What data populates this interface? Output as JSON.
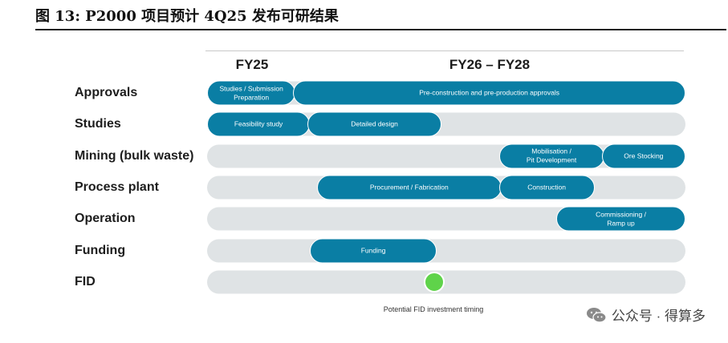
{
  "figure": {
    "title": "图 13: P2000 项目预计 4Q25 发布可研结果"
  },
  "chart_data": {
    "type": "timeline",
    "periods": [
      "FY25",
      "FY26 – FY28"
    ],
    "rows": [
      {
        "label": "Approvals",
        "bars": [
          {
            "label": "Studies / Submission\nPreparation",
            "start": 0.0,
            "end": 0.185
          },
          {
            "label": "Pre-construction and pre-production approvals",
            "start": 0.18,
            "end": 1.0
          }
        ]
      },
      {
        "label": "Studies",
        "bars": [
          {
            "label": "Feasibility study",
            "start": 0.0,
            "end": 0.215
          },
          {
            "label": "Detailed design",
            "start": 0.21,
            "end": 0.49
          }
        ]
      },
      {
        "label": "Mining (bulk waste)",
        "bars": [
          {
            "label": "Mobilisation /\nPit Development",
            "start": 0.61,
            "end": 0.83
          },
          {
            "label": "Ore Stocking",
            "start": 0.825,
            "end": 1.0
          }
        ]
      },
      {
        "label": "Process plant",
        "bars": [
          {
            "label": "Procurement / Fabrication",
            "start": 0.23,
            "end": 0.615
          },
          {
            "label": "Construction",
            "start": 0.61,
            "end": 0.81
          }
        ]
      },
      {
        "label": "Operation",
        "bars": [
          {
            "label": "Commissioning /\nRamp up",
            "start": 0.73,
            "end": 1.0
          }
        ]
      },
      {
        "label": "Funding",
        "bars": [
          {
            "label": "Funding",
            "start": 0.215,
            "end": 0.48
          }
        ]
      },
      {
        "label": "FID",
        "bars": [],
        "marker": {
          "position": 0.475
        }
      }
    ],
    "annotation": "Potential FID investment timing"
  },
  "colors": {
    "bar": "#0a7ea4",
    "track": "#dfe3e5",
    "fid_marker": "#5fd34a"
  },
  "watermark": {
    "text": "公众号 · 得算多",
    "icon": "wechat-icon"
  }
}
